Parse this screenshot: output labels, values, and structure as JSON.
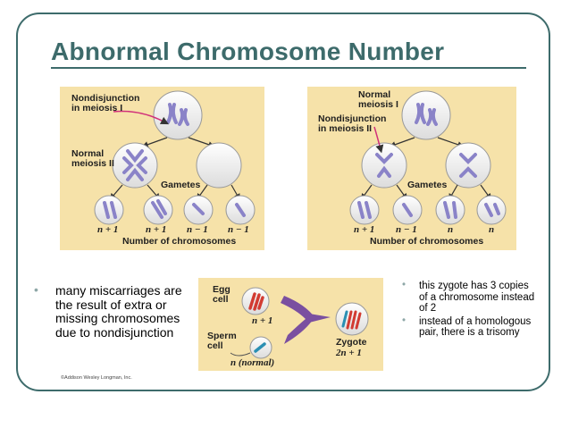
{
  "slide": {
    "title": "Abnormal Chromosome Number",
    "bullets_left": [
      "many miscarriages are the result of extra or missing chromosomes due to nondisjunction"
    ],
    "bullets_right": [
      "this zygote has 3 copies of a chromosome instead of 2",
      "instead of a homologous pair, there is a trisomy"
    ],
    "credit": "©Addison Wesley Longman, Inc."
  },
  "figure_left": {
    "nondisjunction_label": "Nondisjunction in meiosis I",
    "normal_label": "Normal meiosis II",
    "gametes_label": "Gametes",
    "counts": [
      "n + 1",
      "n + 1",
      "n − 1",
      "n − 1"
    ],
    "footer": "Number of chromosomes"
  },
  "figure_right": {
    "normal_label": "Normal meiosis I",
    "nondisjunction_label": "Nondisjunction in meiosis II",
    "gametes_label": "Gametes",
    "counts": [
      "n + 1",
      "n − 1",
      "n",
      "n"
    ],
    "footer": "Number of chromosomes"
  },
  "figure_bottom": {
    "egg_label": "Egg cell",
    "egg_count": "n + 1",
    "sperm_label": "Sperm cell",
    "sperm_count": "n (normal)",
    "zygote_label": "Zygote",
    "zygote_count": "2n + 1"
  },
  "colors": {
    "accent": "#3d6b6b",
    "panel": "#f6e2a9",
    "chromosome": "#8a83c8",
    "arrow": "#d1307a",
    "egg_chromosome": "#d23b32",
    "sperm_chromosome": "#2a8fb3"
  }
}
